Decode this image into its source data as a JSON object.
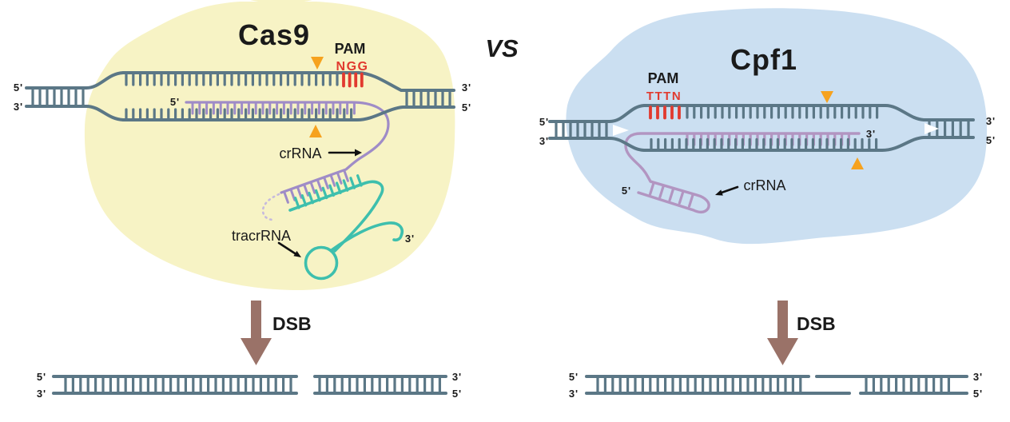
{
  "vs_label": "VS",
  "colors": {
    "bg": "#ffffff",
    "blob-yellow": "#f7f3c5",
    "blob-blue": "#cbdff1",
    "dna": "#5b7786",
    "crrna9": "#9f8cc7",
    "crrna9-light": "#c6badd",
    "tracr": "#3ebfad",
    "crrna1": "#b295c1",
    "pam-red": "#e13a2f",
    "cut-orange": "#f6a21e",
    "dsb-brown": "#9a7268",
    "ink": "#1a1a1a"
  },
  "cas9": {
    "title": "Cas9",
    "pam_label": "PAM",
    "pam_sequence": "NGG",
    "crrna_label": "crRNA",
    "crrna_5prime": "5'",
    "tracrrna_label": "tracrRNA",
    "tracrrna_3prime": "3'",
    "dna": {
      "left_5prime": "5'",
      "left_3prime": "3'",
      "right_3prime": "3'",
      "right_5prime": "5'"
    },
    "dsb_label": "DSB",
    "cut_dna": {
      "cut_type": "blunt",
      "left_5prime": "5'",
      "left_3prime": "3'",
      "right_3prime": "3'",
      "right_5prime": "5'"
    }
  },
  "cpf1": {
    "title": "Cpf1",
    "pam_label": "PAM",
    "pam_sequence": "TTTN",
    "crrna_label": "crRNA",
    "crrna_3prime": "3'",
    "crrna_5prime": "5'",
    "dna": {
      "left_5prime": "5'",
      "left_3prime": "3'",
      "right_3prime": "3'",
      "right_5prime": "5'"
    },
    "dsb_label": "DSB",
    "cut_dna": {
      "cut_type": "staggered",
      "left_5prime": "5'",
      "left_3prime": "3'",
      "right_3prime": "3'",
      "right_5prime": "5'"
    }
  }
}
